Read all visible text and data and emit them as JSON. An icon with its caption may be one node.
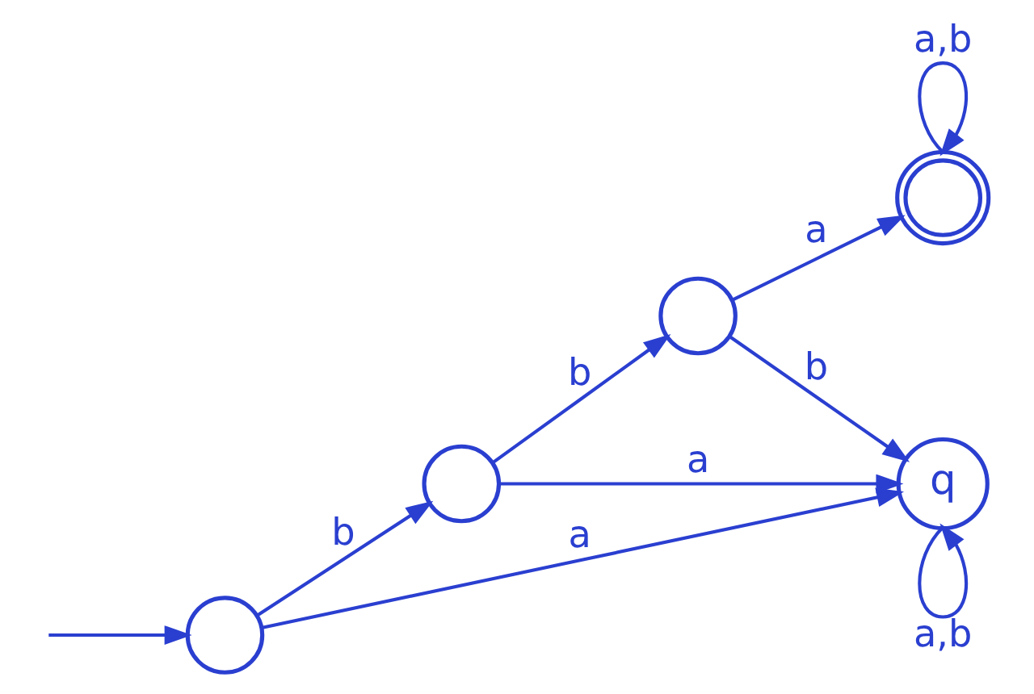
{
  "diagram": {
    "nodes": [
      {
        "text": [],
        "shape": "circle"
      },
      {
        "text": [],
        "shape": "circle"
      },
      {
        "text": [],
        "shape": "circle"
      },
      {
        "text": [],
        "shape": "doublecircle"
      },
      {
        "text": [
          "q"
        ]
      }
    ],
    "edges": [
      {
        "from": null,
        "to": 0,
        "arrow": "to"
      },
      {
        "from": 0,
        "to": 1,
        "arrow": "to",
        "label": "b"
      },
      {
        "from": 1,
        "to": 2,
        "arrow": "to",
        "label": "b"
      },
      {
        "from": 2,
        "to": 3,
        "arrow": "to",
        "label": "a"
      },
      {
        "from": 3,
        "to": 3,
        "arrow": "to",
        "label": "a,b"
      },
      {
        "from": 0,
        "to": 4,
        "arrow": "to",
        "label": "a"
      },
      {
        "from": 1,
        "to": 4,
        "arrow": "to",
        "label": "a"
      },
      {
        "from": 2,
        "to": 4,
        "arrow": "to",
        "label": "b"
      },
      {
        "from": 4,
        "to": 4,
        "arrow": "to",
        "label": "a,b"
      }
    ]
  }
}
